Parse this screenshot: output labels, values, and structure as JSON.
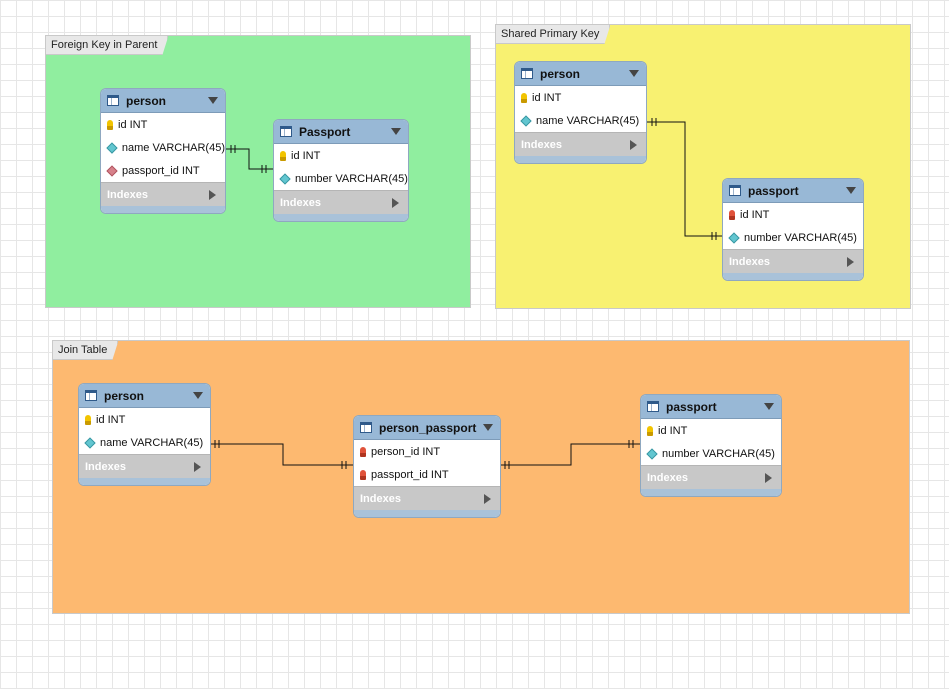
{
  "layers": [
    {
      "id": "fk",
      "title": "Foreign Key in Parent",
      "color": "#90ee9f"
    },
    {
      "id": "spk",
      "title": "Shared Primary Key",
      "color": "#f8f171"
    },
    {
      "id": "jt",
      "title": "Join Table",
      "color": "#fdb970"
    }
  ],
  "indexes_label": "Indexes",
  "entities": {
    "fk_person": {
      "name": "person",
      "columns": [
        "id INT",
        "name VARCHAR(45)",
        "passport_id INT"
      ]
    },
    "fk_passport": {
      "name": "Passport",
      "columns": [
        "id INT",
        "number VARCHAR(45)"
      ]
    },
    "spk_person": {
      "name": "person",
      "columns": [
        "id INT",
        "name VARCHAR(45)"
      ]
    },
    "spk_passport": {
      "name": "passport",
      "columns": [
        "id INT",
        "number VARCHAR(45)"
      ]
    },
    "jt_person": {
      "name": "person",
      "columns": [
        "id INT",
        "name VARCHAR(45)"
      ]
    },
    "jt_person_passport": {
      "name": "person_passport",
      "columns": [
        "person_id INT",
        "passport_id INT"
      ]
    },
    "jt_passport": {
      "name": "passport",
      "columns": [
        "id INT",
        "number VARCHAR(45)"
      ]
    }
  }
}
